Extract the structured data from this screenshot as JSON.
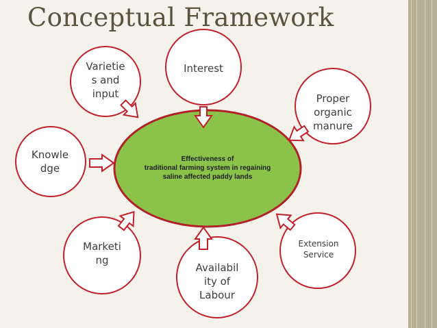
{
  "slide": {
    "title": "Conceptual Framework"
  },
  "center": {
    "line1": "Effectiveness of",
    "line2": "traditional farming system in regaining",
    "line3": "saline affected paddy lands"
  },
  "factors": {
    "varieties": {
      "line1": "Varietie",
      "line2": "s and",
      "line3": "input"
    },
    "interest": {
      "line1": "Interest"
    },
    "manure": {
      "line1": "Proper",
      "line2": "organic",
      "line3": "manure"
    },
    "knowledge": {
      "line1": "Knowle",
      "line2": "dge"
    },
    "marketing": {
      "line1": "Marketi",
      "line2": "ng"
    },
    "labour": {
      "line1": "Availabil",
      "line2": "ity of",
      "line3": "Labour"
    },
    "extension": {
      "line1": "Extension",
      "line2": "Service"
    }
  },
  "colors": {
    "circle_border": "#c0202a",
    "center_fill": "#8bc34a",
    "center_border": "#b02128",
    "arrow_stroke": "#c0202a",
    "sidebar": "#b5ad94",
    "title": "#595440"
  }
}
